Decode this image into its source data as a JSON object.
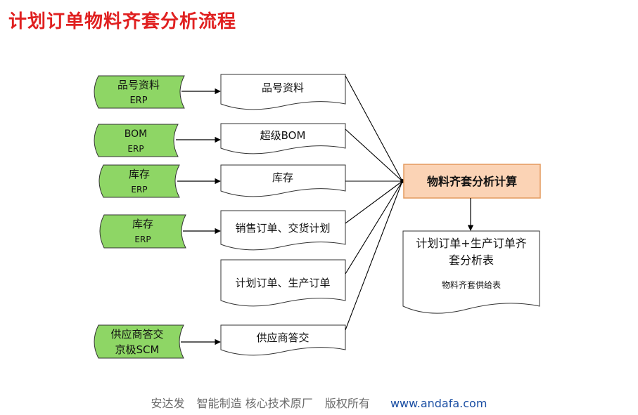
{
  "title": "计划订单物料齐套分析流程",
  "sources": [
    {
      "line1": "品号资料",
      "line2": "ERP"
    },
    {
      "line1": "BOM",
      "line2": "ERP"
    },
    {
      "line1": "库存",
      "line2": "ERP"
    },
    {
      "line1": "库存",
      "line2": "ERP"
    },
    {
      "line1": "供应商答交",
      "line2": "京极SCM"
    }
  ],
  "documents": [
    "品号资料",
    "超级BOM",
    "库存",
    "销售订单、交货计划",
    "计划订单、生产订单",
    "供应商答交"
  ],
  "process": "物料齐套分析计算",
  "output": {
    "line1": "计划订单+生产订单齐",
    "line2": "套分析表",
    "subtitle": "物料齐套供给表"
  },
  "footer": {
    "company": "安达发",
    "slogan": "智能制造 核心技术原厂",
    "copyright": "版权所有",
    "url": "www.andafa.com"
  },
  "colors": {
    "source_fill": "#8ed665",
    "process_fill": "#fbd3b5",
    "process_stroke": "#e39a5e",
    "title_red": "#e02020",
    "url_blue": "#1a4ea3"
  }
}
